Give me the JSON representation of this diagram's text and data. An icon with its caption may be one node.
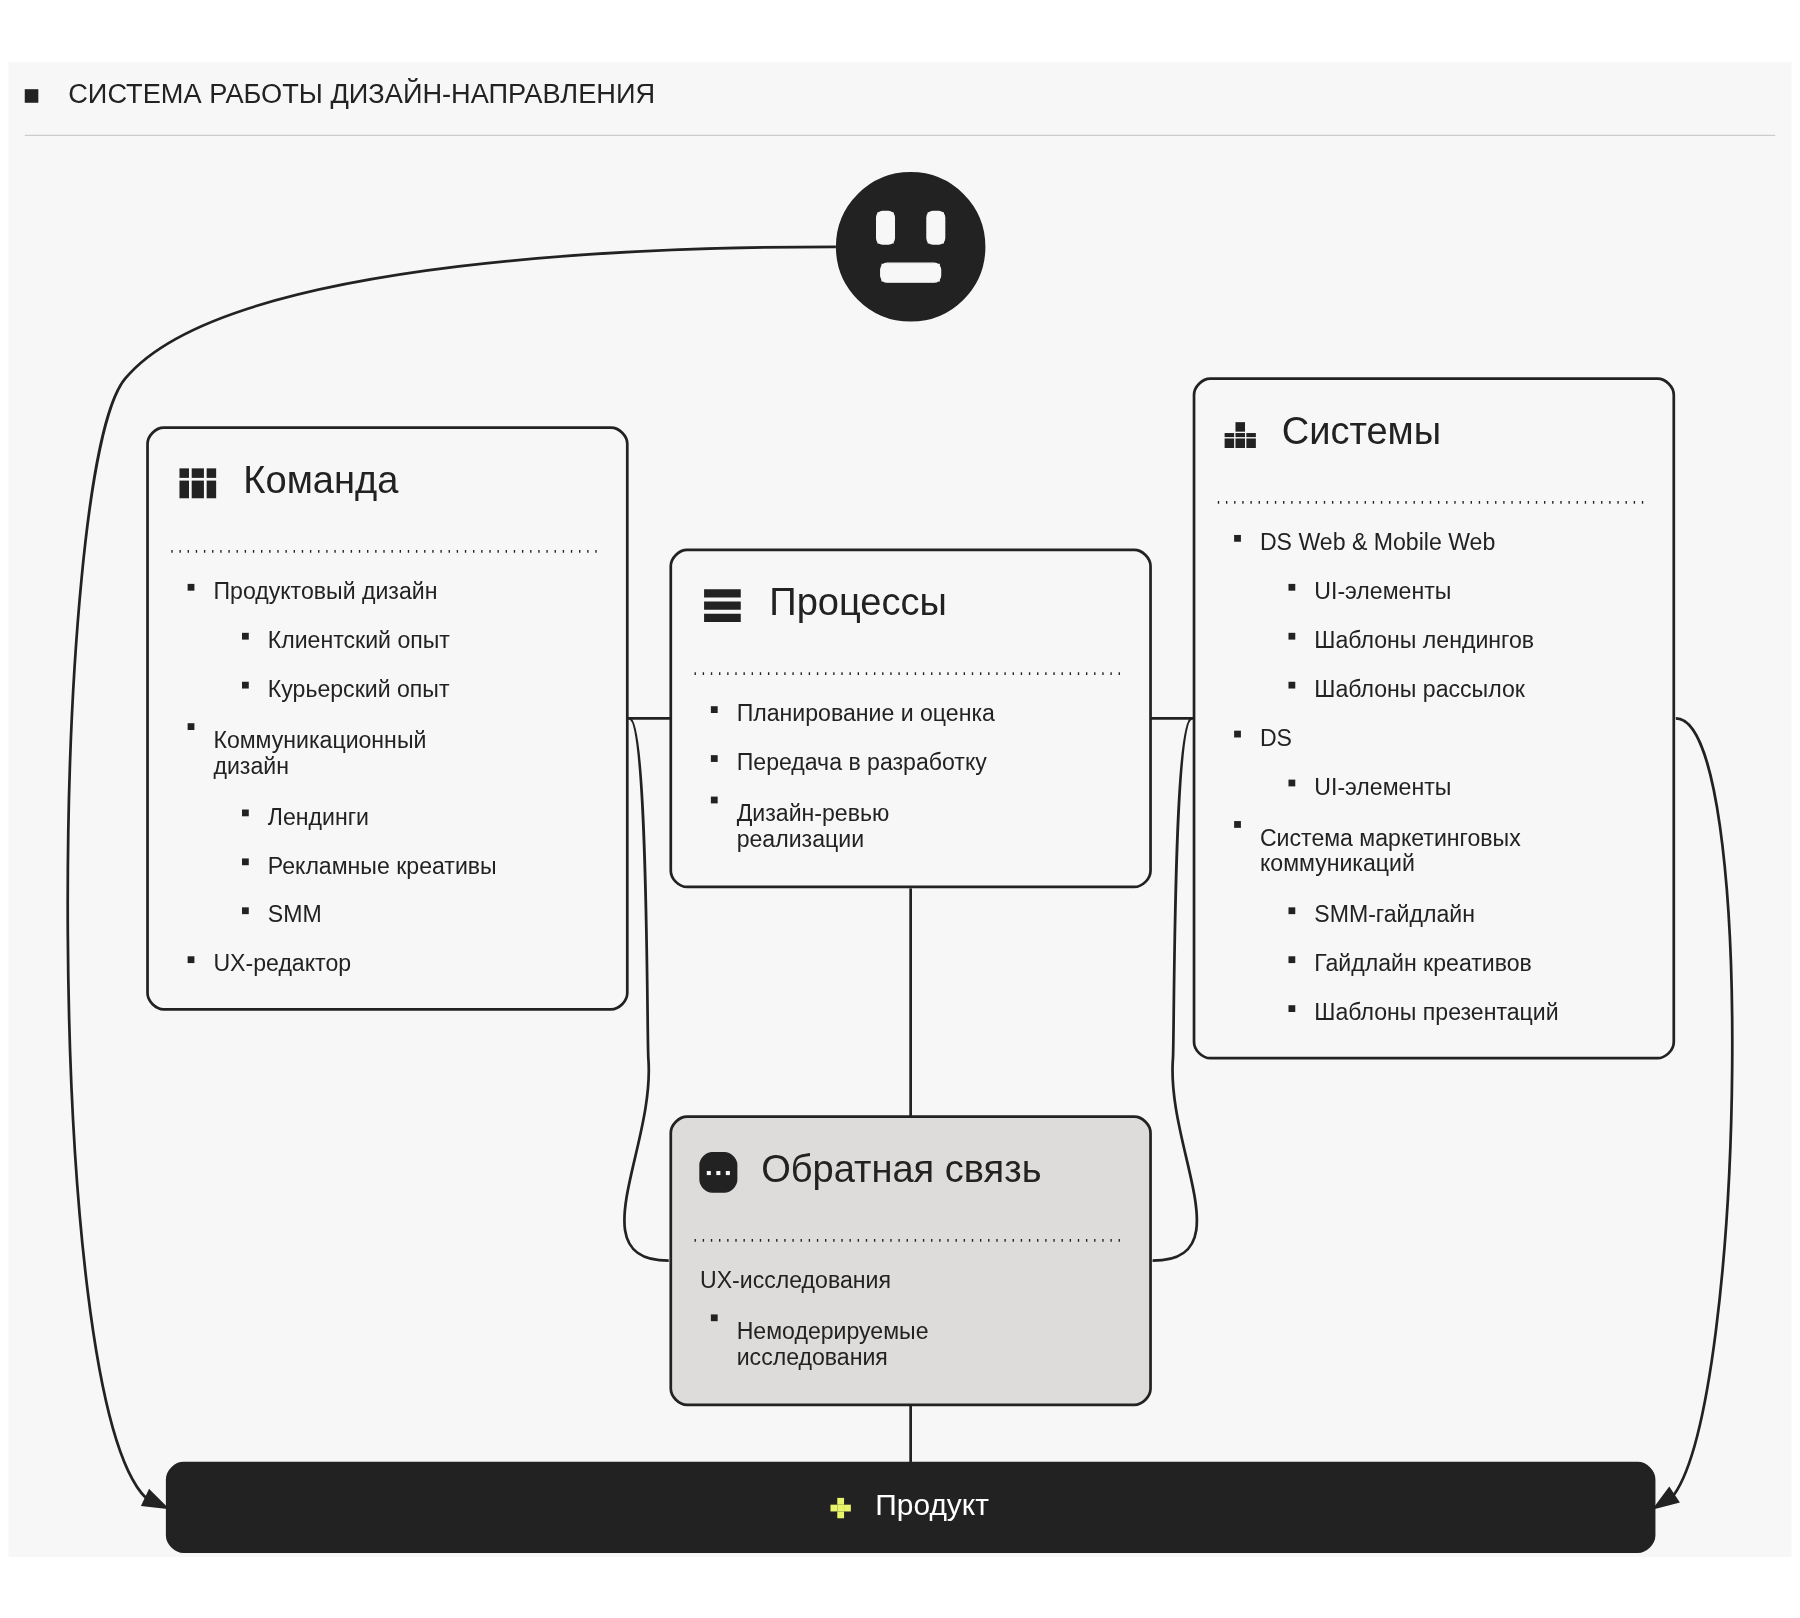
{
  "diagram": {
    "title": "СИСТЕМА РАБОТЫ ДИЗАЙН-НАПРАВЛЕНИЯ",
    "nodes": [
      {
        "text": [],
        "shape": "circle"
      },
      {
        "text": [
          "Команда",
          "Продуктовый дизайн",
          "Клиентский опыт",
          "Курьерский опыт",
          "Коммуникационный дизайн",
          "Лендинги",
          "Рекламные креативы",
          "SMM",
          "UX-редактор"
        ]
      },
      {
        "text": [
          "Процессы",
          "Планирование и оценка",
          "Передача в разработку",
          "Дизайн-ревью реализации"
        ]
      },
      {
        "text": [
          "Системы",
          "DS Web & Mobile Web",
          "UI-элементы",
          "Шаблоны лендингов",
          "Шаблоны рассылок",
          "DS",
          "UI-элементы",
          "Система маркетинговых коммуникаций",
          "SMM-гайдлайн",
          "Гайдлайн креативов",
          "Шаблоны презентаций"
        ]
      },
      {
        "text": [
          "Обратная связь",
          "UX-исследования",
          "Немодерируемые исследования"
        ]
      },
      {
        "text": [
          "Продукт"
        ]
      }
    ],
    "edges": [
      {
        "from": 0,
        "to": 5,
        "arrow": "to"
      },
      {
        "from": 1,
        "to": 2,
        "arrow": "none"
      },
      {
        "from": 2,
        "to": 3,
        "arrow": "none"
      },
      {
        "from": 2,
        "to": 4,
        "arrow": "none"
      },
      {
        "from": 1,
        "to": 4,
        "arrow": "none"
      },
      {
        "from": 3,
        "to": 4,
        "arrow": "none"
      },
      {
        "from": 4,
        "to": 5,
        "arrow": "none"
      },
      {
        "from": 3,
        "to": 5,
        "arrow": "to"
      }
    ]
  }
}
